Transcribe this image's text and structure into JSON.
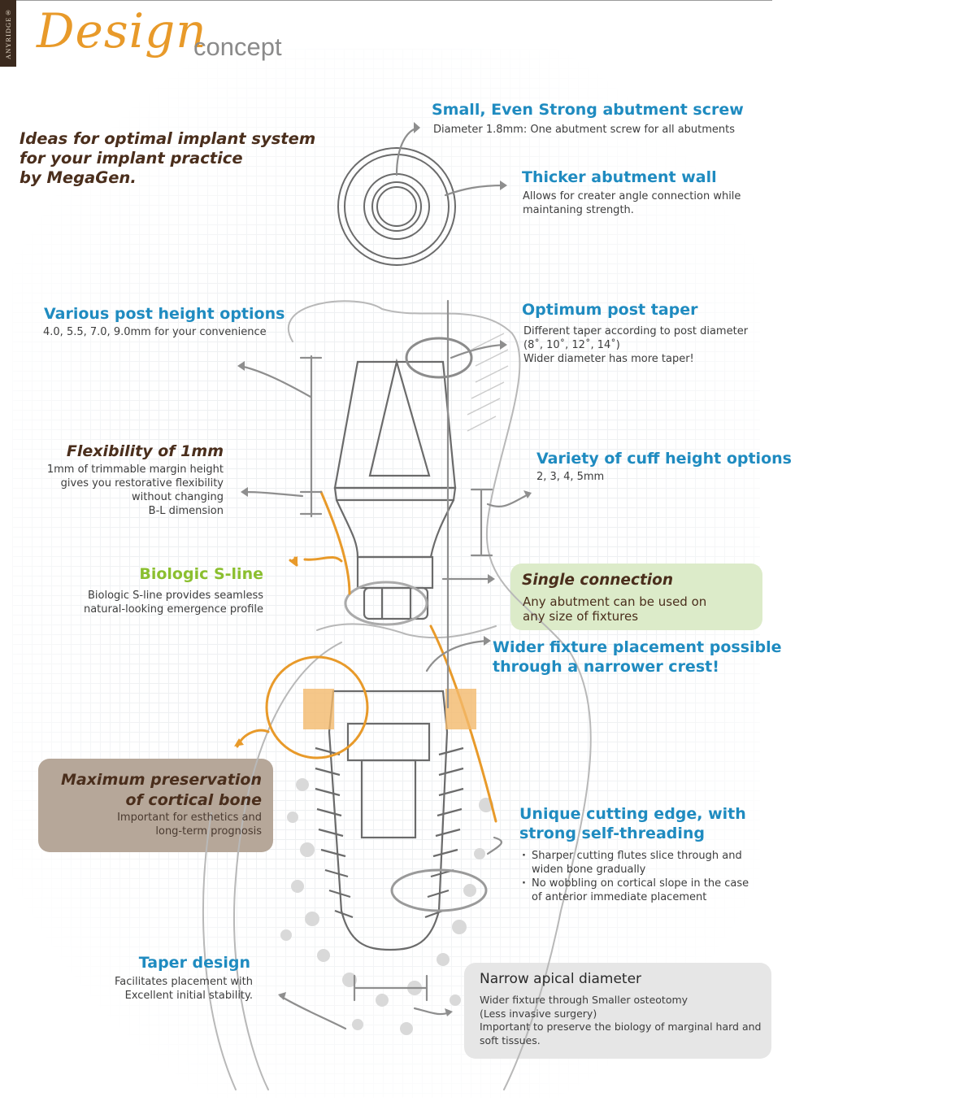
{
  "brand_tab": "ANYRIDGE®",
  "title": {
    "script": "Design",
    "word": "concept"
  },
  "intro": [
    "Ideas for optimal implant system",
    "for your implant practice",
    "by MegaGen."
  ],
  "features": {
    "screw": {
      "title": "Small, Even Strong abutment screw",
      "desc": [
        "Diameter 1.8mm: One abutment screw for all abutments"
      ]
    },
    "wall": {
      "title": "Thicker abutment wall",
      "desc": [
        "Allows for creater angle connection while",
        "maintaning strength."
      ]
    },
    "post_height": {
      "title": "Various post height options",
      "desc": [
        "4.0, 5.5, 7.0, 9.0mm for your convenience"
      ]
    },
    "taper": {
      "title": "Optimum post taper",
      "desc": [
        "Different taper according to post diameter",
        "(8˚, 10˚, 12˚, 14˚)",
        "Wider diameter has more taper!"
      ]
    },
    "flexibility": {
      "title": "Flexibility of 1mm",
      "desc": [
        "1mm of trimmable margin height",
        "gives you restorative flexibility",
        "without changing",
        "B-L dimension"
      ]
    },
    "cuff": {
      "title": "Variety of cuff height options",
      "desc": [
        "2, 3, 4, 5mm"
      ]
    },
    "sline": {
      "title": "Biologic S-line",
      "desc": [
        "Biologic S-line provides seamless",
        "natural-looking emergence profile"
      ]
    },
    "single": {
      "title": "Single connection",
      "desc": [
        "Any abutment can be used on",
        "any size of fixtures"
      ]
    },
    "wider": {
      "title": [
        "Wider fixture placement possible",
        "through a narrower crest!"
      ]
    },
    "cortical": {
      "title": [
        "Maximum preservation",
        "of cortical bone"
      ],
      "desc": [
        "Important for esthetics and",
        "long-term prognosis"
      ]
    },
    "cutting": {
      "title": [
        "Unique cutting edge, with",
        "strong self-threading"
      ],
      "bullets": [
        [
          "Sharper cutting flutes slice through and",
          "widen bone gradually"
        ],
        [
          "No wobbling on cortical slope in the case",
          "of anterior immediate placement"
        ]
      ]
    },
    "taper_design": {
      "title": "Taper design",
      "desc": [
        "Facilitates placement with",
        "Excellent initial stability."
      ]
    },
    "apical": {
      "title": "Narrow apical diameter",
      "desc": [
        "Wider fixture through Smaller osteotomy",
        "(Less invasive surgery)",
        "Important to preserve the biology of marginal hard and",
        "soft tissues."
      ]
    }
  },
  "colors": {
    "blue": "#1f8bc0",
    "green": "#8bbf2f",
    "brown": "#4a2e1c",
    "orange": "#e89a2a",
    "sketch": "#7a7a7a"
  }
}
